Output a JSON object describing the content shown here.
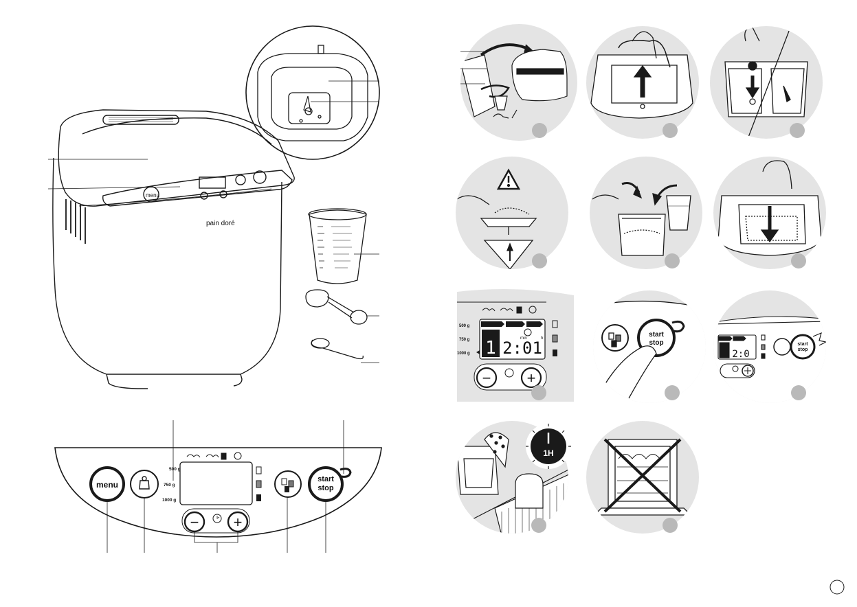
{
  "product": {
    "brand": "pain doré"
  },
  "panel": {
    "menu_label": "menu",
    "start_label": "start",
    "stop_label": "stop",
    "weights": [
      "500 g",
      "750 g",
      "1000 g"
    ],
    "minus_symbol": "−",
    "plus_symbol": "+"
  },
  "steps": {
    "display_weights": [
      "500 g",
      "750 g",
      "1000 g"
    ],
    "display_program": "1",
    "display_time": "2:01",
    "display_min": "min",
    "display_h": "h",
    "start_label": "start",
    "stop_label": "stop",
    "cooling_time": "1H"
  },
  "colors": {
    "circle_bg": "#e4e4e4",
    "step_dot": "#b9b9b9",
    "line": "#1a1a1a"
  }
}
